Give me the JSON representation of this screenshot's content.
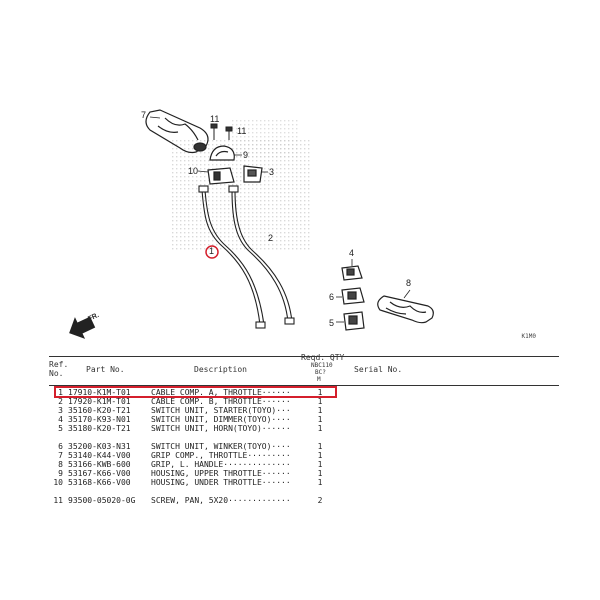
{
  "diagram": {
    "callouts": [
      "7",
      "11",
      "11",
      "9",
      "10",
      "3",
      "1",
      "2",
      "4",
      "6",
      "8",
      "5"
    ],
    "fr_label": "FR.",
    "drawing_code": "K1M0"
  },
  "table": {
    "headers": {
      "ref": "Ref.\nNo.",
      "part": "Part No.",
      "desc": "Description",
      "reqd": "Reqd. QTY",
      "model": "NBC110",
      "model2": "BC?",
      "model3": "M",
      "serial": "Serial No."
    },
    "rows": [
      {
        "ref": "1",
        "part": "17910-K1M-T01",
        "desc": "CABLE COMP. A, THROTTLE······",
        "qty": "1",
        "highlight": true
      },
      {
        "ref": "2",
        "part": "17920-K1M-T01",
        "desc": "CABLE COMP. B, THROTTLE······",
        "qty": "1"
      },
      {
        "ref": "3",
        "part": "35160-K20-T21",
        "desc": "SWITCH UNIT, STARTER(TOYO)···",
        "qty": "1"
      },
      {
        "ref": "4",
        "part": "35170-K93-N01",
        "desc": "SWITCH UNIT, DIMMER(TOYO)····",
        "qty": "1"
      },
      {
        "ref": "5",
        "part": "35180-K20-T21",
        "desc": "SWITCH UNIT, HORN(TOYO)······",
        "qty": "1"
      },
      {
        "ref": "6",
        "part": "35200-K03-N31",
        "desc": "SWITCH UNIT, WINKER(TOYO)····",
        "qty": "1"
      },
      {
        "ref": "7",
        "part": "53140-K44-V00",
        "desc": "GRIP COMP., THROTTLE·········",
        "qty": "1"
      },
      {
        "ref": "8",
        "part": "53166-KWB-600",
        "desc": "GRIP, L. HANDLE··············",
        "qty": "1"
      },
      {
        "ref": "9",
        "part": "53167-K66-V00",
        "desc": "HOUSING, UPPER THROTTLE······",
        "qty": "1"
      },
      {
        "ref": "10",
        "part": "53168-K66-V00",
        "desc": "HOUSING, UNDER THROTTLE······",
        "qty": "1"
      },
      {
        "ref": "11",
        "part": "93500-05020-0G",
        "desc": "SCREW, PAN, 5X20·············",
        "qty": "2"
      }
    ]
  },
  "colors": {
    "highlight": "#d41f2c",
    "ink": "#222222"
  }
}
